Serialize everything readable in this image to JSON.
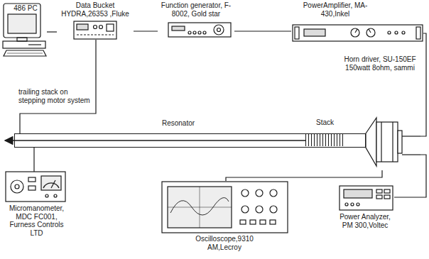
{
  "diagram": {
    "nodes": [
      {
        "text": [
          "486 PC"
        ]
      },
      {
        "text": [
          "Data Bucket HYDRA,26353 ,Fluke"
        ]
      },
      {
        "text": [
          "Function generator, F-8002, Gold star"
        ]
      },
      {
        "text": [
          "PowerAmplifier, MA-430,Inkel"
        ]
      },
      {
        "text": [
          "Horn driver, SU-150EF 150watt 8ohm, sammi"
        ]
      },
      {
        "text": [
          "Resonator"
        ]
      },
      {
        "text": [
          "Stack"
        ],
        "in": 5
      },
      {
        "text": [
          "Micromanometer, MDC FC001, Furness Controls LTD"
        ]
      },
      {
        "text": [
          "Oscilloscope,9310 AM,Lecroy"
        ]
      },
      {
        "text": [
          "Power Analyzer, PM 300,Voltec"
        ]
      }
    ],
    "edges": [
      {
        "from": 0,
        "to": 1,
        "arrow": "none"
      },
      {
        "from": 1,
        "to": 2,
        "arrow": "none"
      },
      {
        "from": 2,
        "to": 3,
        "arrow": "none"
      },
      {
        "from": 3,
        "to": 4,
        "arrow": "none"
      },
      {
        "from": 4,
        "to": 9,
        "arrow": "none"
      },
      {
        "from": 4,
        "to": 8,
        "arrow": "none"
      },
      {
        "from": 7,
        "to": 5,
        "arrow": "none"
      },
      {
        "from": 1,
        "to": 5,
        "arrow": "none"
      }
    ],
    "labels": [
      "trailing stack on stepping motor system"
    ]
  }
}
